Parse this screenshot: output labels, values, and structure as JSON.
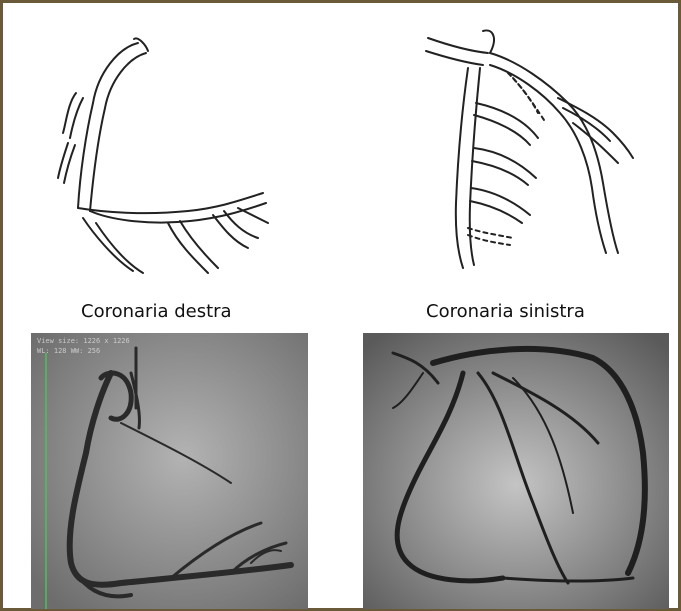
{
  "diagram": {
    "right_coronary_label": "Coronaria destra",
    "left_coronary_label": "Coronaria sinistra"
  },
  "angiogram_overlay": {
    "view_size": "View size: 1226 x 1226",
    "window_level": "WL: 128 WW: 256"
  },
  "colors": {
    "frame_border": "#6b5a3a",
    "sketch_stroke": "#222222",
    "angio_background": "#8a8a8a",
    "vessel": "#2a2a2a",
    "ruler_line": "#4fbf5a"
  }
}
